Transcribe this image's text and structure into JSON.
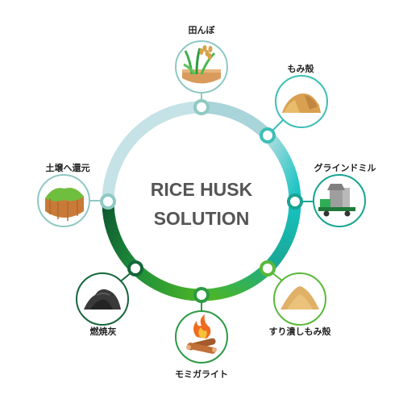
{
  "center": {
    "line1": "RICE HUSK",
    "line2": "SOLUTION"
  },
  "stages": [
    {
      "id": "paddy",
      "label": "田んぼ",
      "icon": "rice-paddy-icon",
      "color": "#8fc9c3"
    },
    {
      "id": "husk",
      "label": "もみ殻",
      "icon": "husk-pile-icon",
      "color": "#2ec0b5"
    },
    {
      "id": "grind",
      "label": "グラインドミル",
      "icon": "grind-mill-icon",
      "color": "#10ab9b"
    },
    {
      "id": "crushed",
      "label": "すり潰しもみ殻",
      "icon": "crushed-husk-icon",
      "color": "#59b83a"
    },
    {
      "id": "momigalite",
      "label": "モミガライト",
      "icon": "briquette-fire-icon",
      "color": "#2c9a45"
    },
    {
      "id": "ash",
      "label": "燃焼灰",
      "icon": "ash-pile-icon",
      "color": "#15673a"
    },
    {
      "id": "soil",
      "label": "土壌へ還元",
      "icon": "soil-return-icon",
      "color": "#8fc9c3"
    }
  ]
}
